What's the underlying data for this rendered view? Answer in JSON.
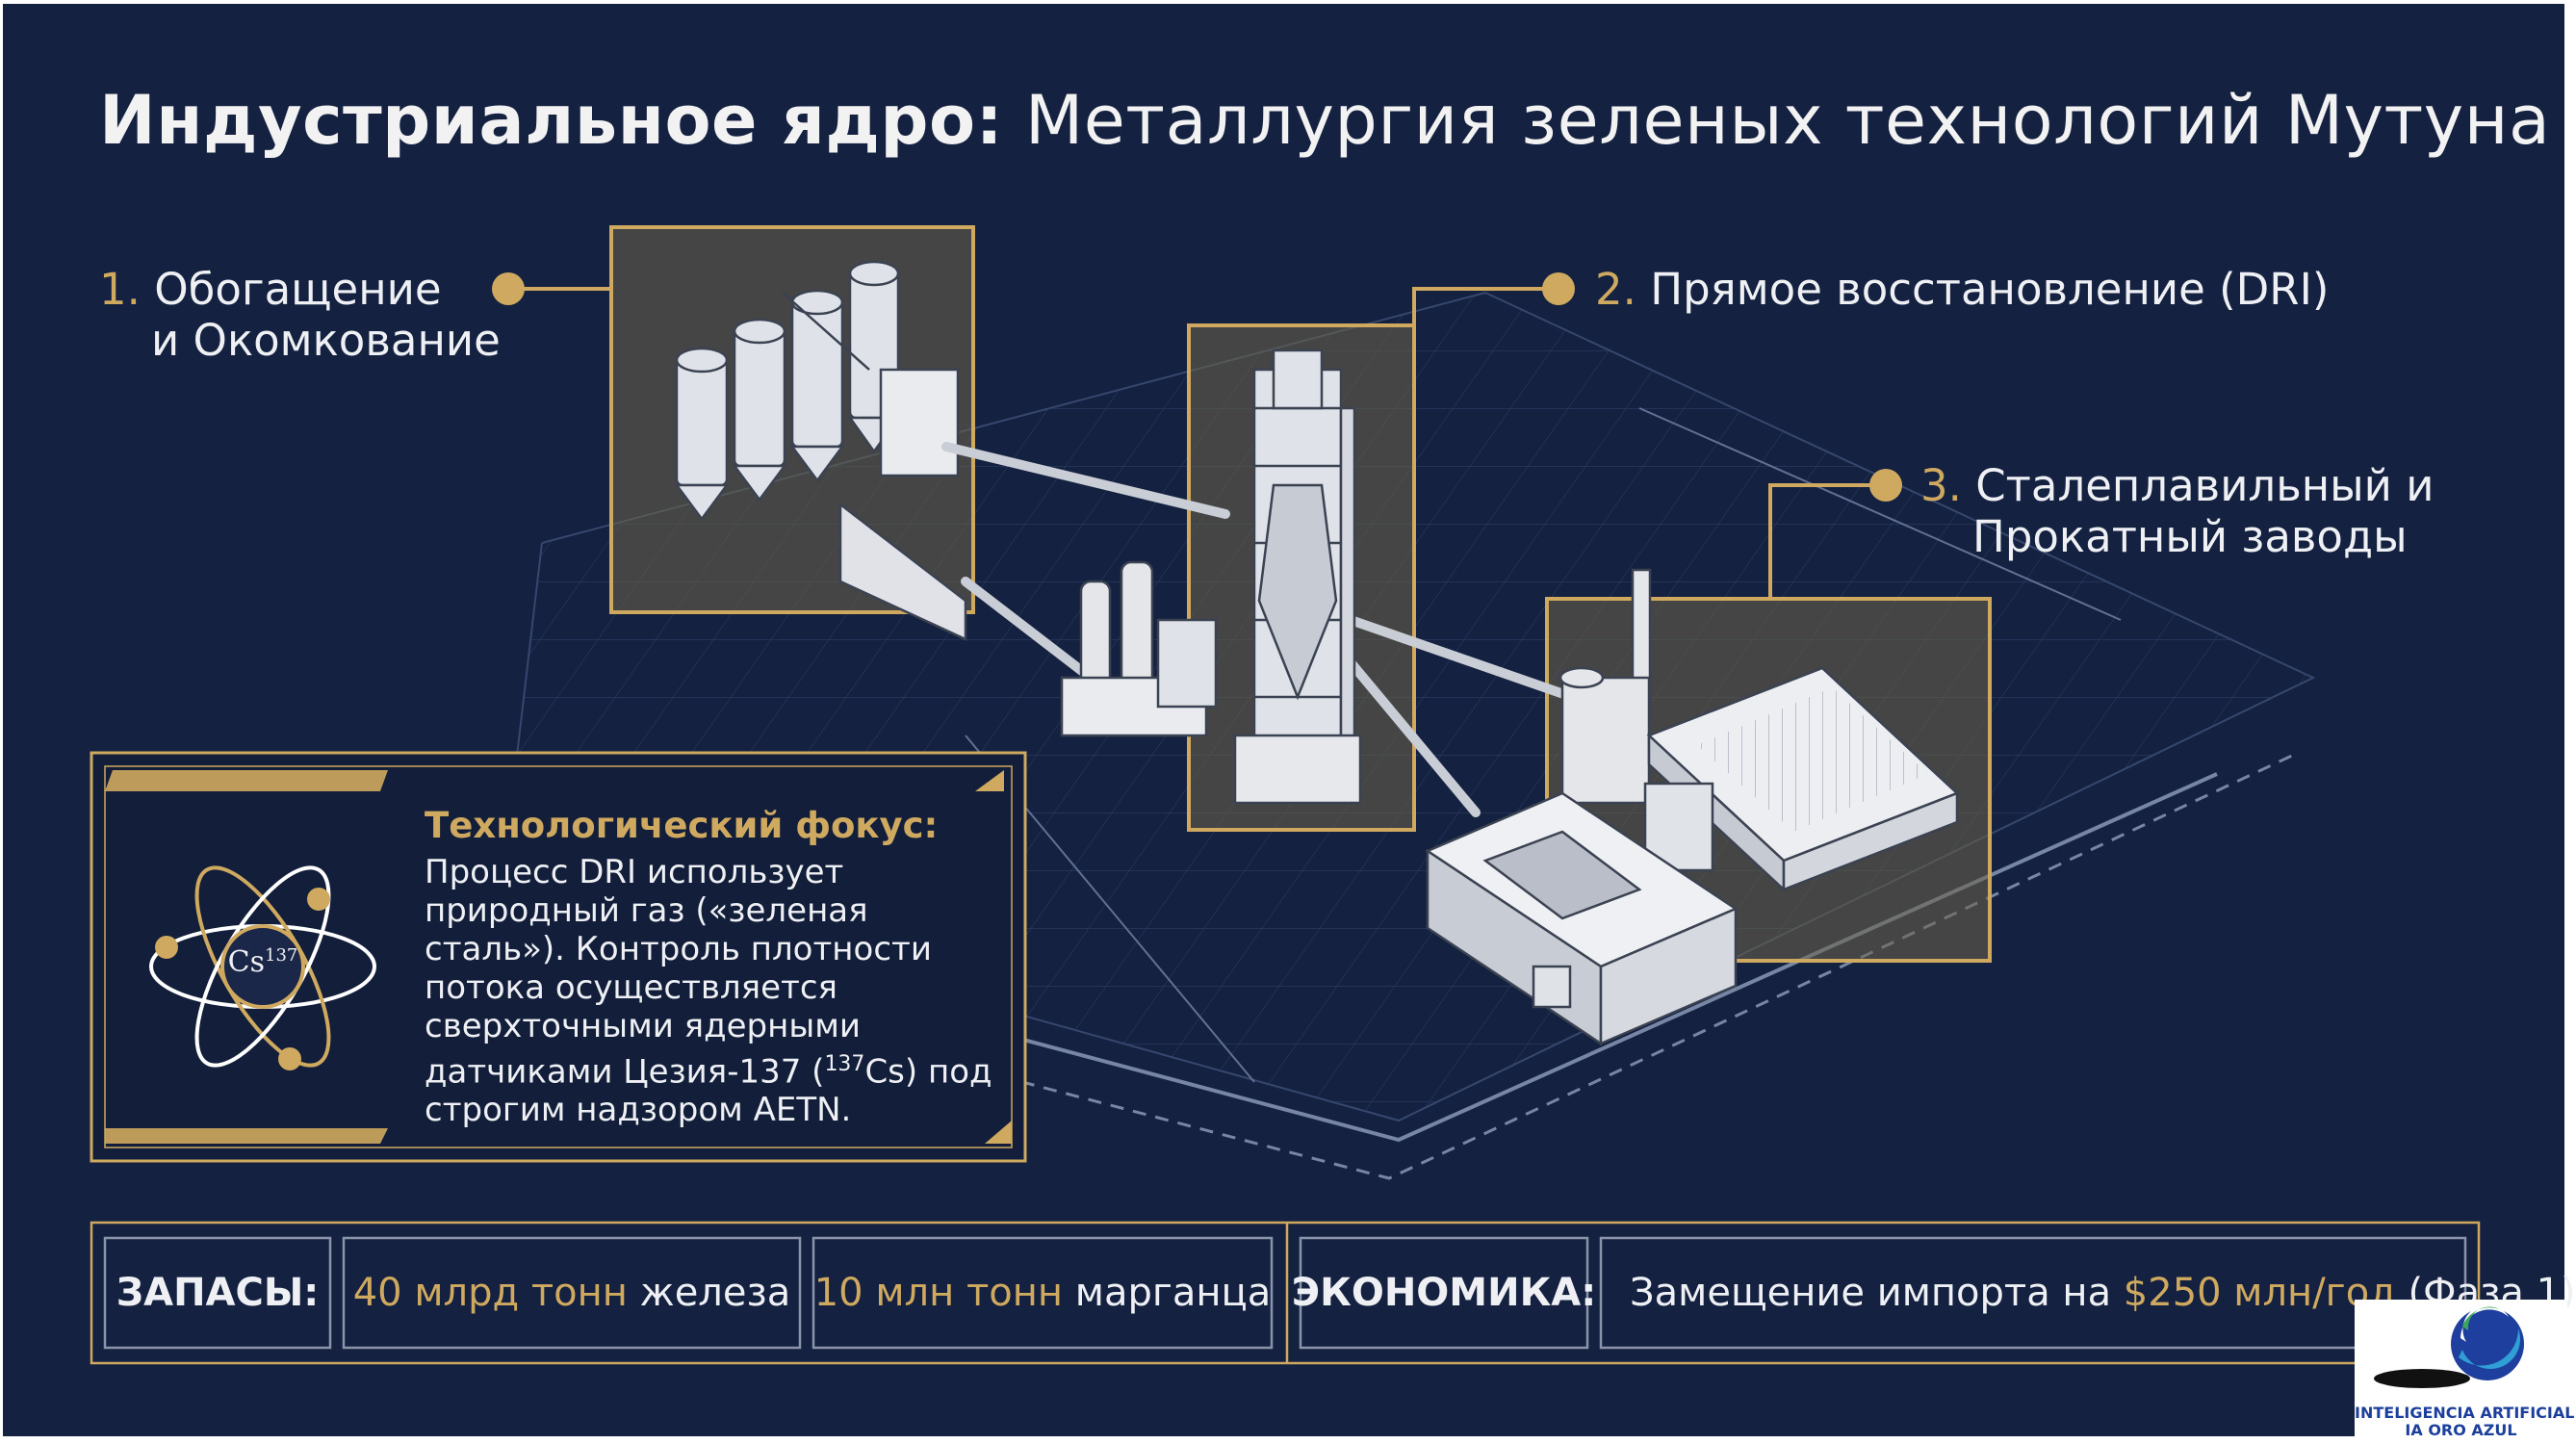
{
  "title": {
    "bold": "Индустриальное ядро:",
    "regular": "Металлургия зеленых технологий Мутуна"
  },
  "stages": [
    {
      "num": "1.",
      "line1": "Обогащение",
      "line2": "и Окомкование"
    },
    {
      "num": "2.",
      "line1": "Прямое восстановление (DRI)"
    },
    {
      "num": "3.",
      "line1": "Сталеплавильный и",
      "line2": "Прокатный заводы"
    }
  ],
  "focus": {
    "title": "Технологический фокус:",
    "text_1": "Процесс DRI использует природный газ («зеленая сталь»). Контроль плотности потока осуществляется сверхточными ядерными датчиками Цезия-137 (",
    "sup": "137",
    "text_2": "Cs) под строгим надзором AETN.",
    "atom_symbol": "Cs",
    "atom_sup": "137"
  },
  "stats": {
    "reserves_label": "ЗАПАСЫ:",
    "iron_amount": "40 млрд тонн",
    "iron_name": "железа",
    "manganese_amount": "10 млн тонн",
    "manganese_name": "марганца",
    "economy_label": "ЭКОНОМИКА:",
    "economy_prefix": "Замещение импорта на",
    "economy_amount": "$250 млн/год",
    "economy_suffix": "(Фаза 1)"
  },
  "logo": {
    "line1": "INTELIGENCIA ARTIFICIAL",
    "line2": "IA ORO AZUL"
  },
  "colors": {
    "background": "#142140",
    "accent_gold": "#cfa95f",
    "text": "#eef0f4",
    "line": "#5a6b8c"
  }
}
